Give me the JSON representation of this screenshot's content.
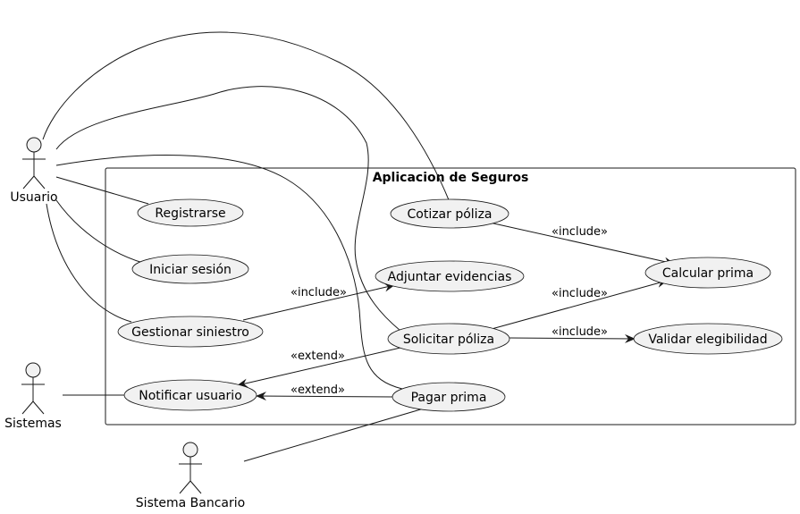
{
  "system": {
    "title": "Aplicacion de Seguros"
  },
  "actors": {
    "usuario": "Usuario",
    "sistemas": "Sistemas",
    "sistema_bancario": "Sistema Bancario"
  },
  "use_cases": {
    "registrarse": "Registrarse",
    "iniciar_sesion": "Iniciar sesión",
    "gestionar_siniestro": "Gestionar siniestro",
    "notificar_usuario": "Notificar usuario",
    "cotizar_poliza": "Cotizar póliza",
    "adjuntar_evidencias": "Adjuntar evidencias",
    "solicitar_poliza": "Solicitar póliza",
    "pagar_prima": "Pagar prima",
    "calcular_prima": "Calcular prima",
    "validar_elegibilidad": "Validar elegibilidad"
  },
  "relations": {
    "include": "«include»",
    "extend": "«extend»"
  }
}
